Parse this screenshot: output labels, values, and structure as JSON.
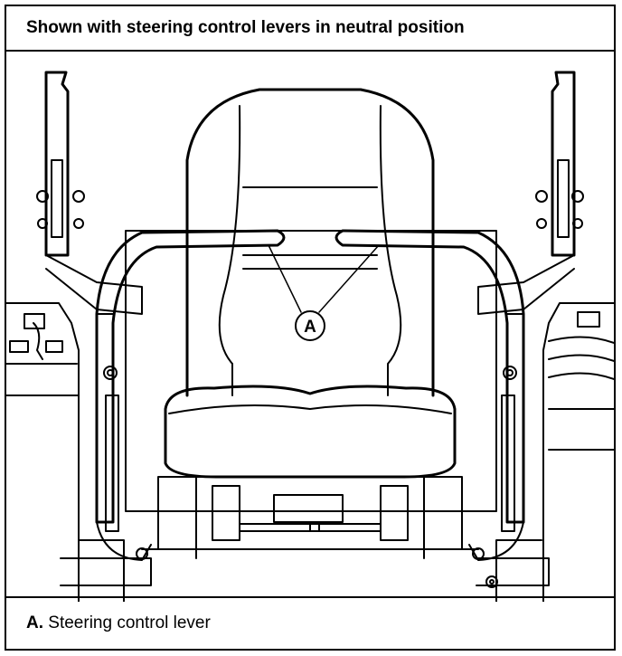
{
  "header": {
    "title": "Shown with steering control levers in neutral position"
  },
  "drawing": {
    "callout": {
      "letter": "A"
    }
  },
  "legend": {
    "items": [
      {
        "letter": "A.",
        "text": "Steering control lever"
      }
    ]
  }
}
